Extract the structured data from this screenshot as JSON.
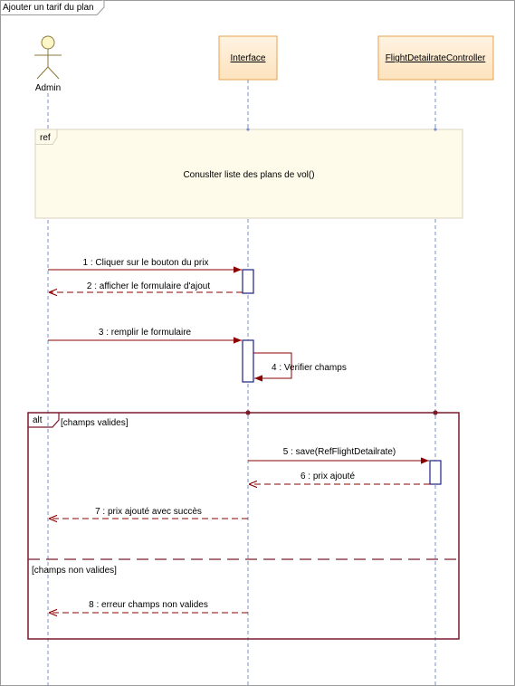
{
  "frame": {
    "title": "Ajouter un tarif du plan"
  },
  "actor": {
    "name": "Admin"
  },
  "lifelines": [
    {
      "name": "Interface"
    },
    {
      "name": "FlightDetailrateController"
    }
  ],
  "ref_fragment": {
    "keyword": "ref",
    "text": "Conuslter liste des plans de vol()"
  },
  "messages": [
    {
      "label": "1 : Cliquer sur le bouton du prix",
      "kind": "sync"
    },
    {
      "label": "2 : afficher le formulaire d'ajout",
      "kind": "return"
    },
    {
      "label": "3 : remplir le formulaire",
      "kind": "sync"
    },
    {
      "label": "4 : Verifier champs",
      "kind": "self"
    },
    {
      "label": "5 : save(RefFlightDetailrate)",
      "kind": "sync"
    },
    {
      "label": "6 : prix ajouté",
      "kind": "return"
    },
    {
      "label": "7 : prix ajouté avec succès",
      "kind": "return"
    },
    {
      "label": "8 : erreur champs non valides",
      "kind": "return"
    }
  ],
  "alt_fragment": {
    "keyword": "alt",
    "guards": [
      "[champs valides]",
      "[champs non valides]"
    ]
  },
  "colors": {
    "lifeline_head_fill": "#fde9cc",
    "lifeline_head_border": "#e8a24e",
    "ref_fill": "#fefbeb",
    "message_line": "#8b0000",
    "alt_border": "#7a1c2a",
    "activation_border": "#1d2086"
  }
}
